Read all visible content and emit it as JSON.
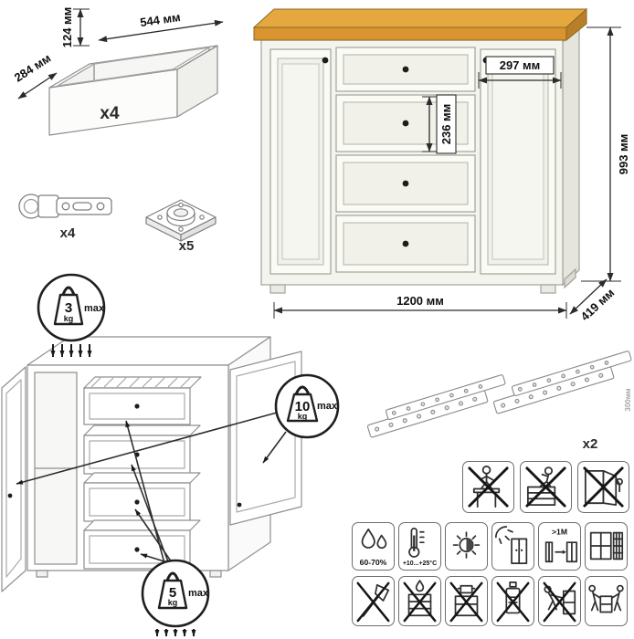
{
  "drawer_box": {
    "dim_height": "124 мм",
    "dim_width": "544 мм",
    "dim_depth": "284 мм",
    "count": "x4"
  },
  "hardware": {
    "hinge_count": "x4",
    "leg_count": "x5"
  },
  "commode_dims": {
    "top_depth": "297 мм",
    "drawer_height": "236 мм",
    "height": "993 мм",
    "width": "1200 мм",
    "depth": "419 мм"
  },
  "slides": {
    "count": "x2",
    "length": "300мм"
  },
  "load": {
    "top": {
      "value": "3",
      "unit": "kg",
      "max": "max"
    },
    "door": {
      "value": "10",
      "unit": "kg",
      "max": "max"
    },
    "drawer": {
      "value": "5",
      "unit": "kg",
      "max": "max"
    }
  },
  "care": {
    "humidity": "60-70%",
    "temperature": "+10...+25°C",
    "distance": ">1M"
  }
}
